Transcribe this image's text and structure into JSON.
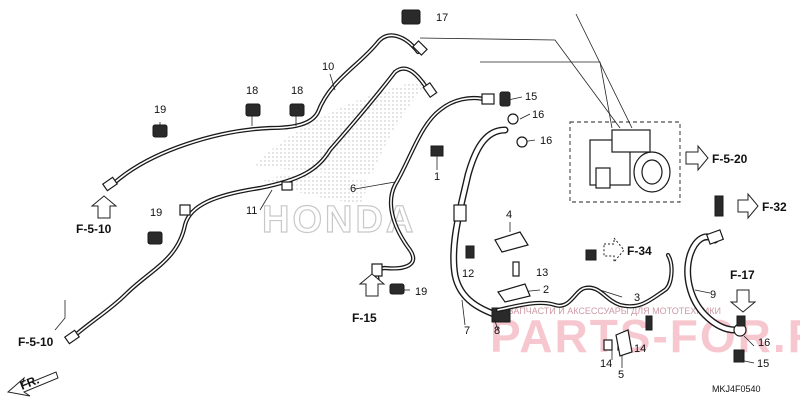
{
  "diagram_code": "MKJ4F0540",
  "brand_mark": "HONDA",
  "direction_label": "FR.",
  "watermark": {
    "main": "PARTS-FOR.RU",
    "sub": "ЗАПЧАСТИ И АКСЕССУАРЫ ДЛЯ МОТОТЕХНИКИ"
  },
  "callouts": {
    "c17": "17",
    "c10": "10",
    "c18a": "18",
    "c18b": "18",
    "c19a": "19",
    "c15a": "15",
    "c16a": "16",
    "c16b": "16",
    "c1": "1",
    "c6": "6",
    "c11": "11",
    "c19b": "19",
    "c4": "4",
    "c12": "12",
    "c13": "13",
    "c2": "2",
    "c19c": "19",
    "c3": "3",
    "c7": "7",
    "c8": "8",
    "c9": "9",
    "c14a": "14",
    "c14b": "14",
    "c5": "5",
    "c16c": "16",
    "c15b": "15"
  },
  "references": {
    "f5_20": "F-5-20",
    "f32": "F-32",
    "f34": "F-34",
    "f17": "F-17",
    "f5_10a": "F-5-10",
    "f5_10b": "F-5-10",
    "f15": "F-15"
  },
  "colors": {
    "line": "#1a1a1a",
    "watermark": "#f29aa8",
    "logo": "#c8c8c8"
  }
}
